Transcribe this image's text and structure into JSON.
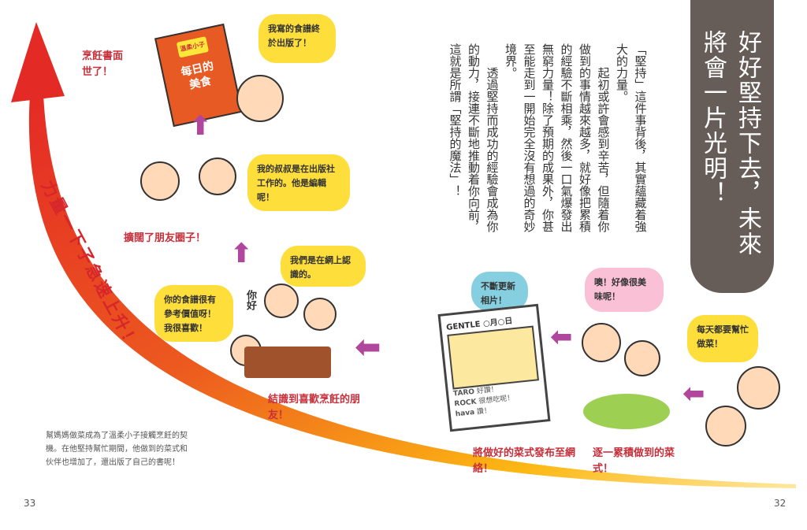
{
  "title": {
    "line1": "好好堅持下去，未來",
    "line2": "將會一片光明！"
  },
  "body": {
    "p1": "「堅持」這件事背後，其實蘊藏着強大的力量。",
    "p2": "起初或許會感到辛苦，但隨着你做到的事情越來越多，就好像把累積的經驗不斷相乘，然後一口氣爆發出無窮力量！除了預期的成果外，你甚至能走到一開始完全沒有想過的奇妙境界。",
    "p3": "透過堅持而成功的經驗會成為你的動力，接連不斷地推動着你向前，這就是所謂「堅持的魔法」！"
  },
  "arrow_label": "力量一下子急速上升！",
  "book": {
    "subtitle": "溫柔小子",
    "title": "每日的美食"
  },
  "bubbles": {
    "published": "我寫的食譜終於出版了！",
    "uncle": "我的叔叔是在出版社工作的。他是編輯呢！",
    "met_online": "我們是在網上認識的。",
    "useful": "你的食譜很有參考價值呀！我很喜歡！",
    "hello": "你好",
    "update_photos": "不斷更新相片！",
    "delicious": "噢！好像很美味呢！",
    "help_daily": "每天都要幫忙做菜！"
  },
  "labels": {
    "book_out": "烹飪書面世了！",
    "widen": "擴闊了朋友圈子！",
    "friends": "結識到喜歡烹飪的朋友！",
    "post": "將做好的菜式發布至網絡！",
    "accumulate": "逐一累積做到的菜式！"
  },
  "card": {
    "header": "GENTLE ○月○日",
    "comments": [
      {
        "user": "TARO",
        "text": "好讚！"
      },
      {
        "user": "ROCK",
        "text": "很想吃呢！"
      },
      {
        "user": "hava",
        "text": "讚！"
      }
    ]
  },
  "caption": "幫媽媽做菜成為了溫柔小子接觸烹飪的契機。在他堅持幫忙期間，他做到的菜式和伙伴也增加了，還出版了自己的書呢！",
  "pages": {
    "left": "33",
    "right": "32"
  },
  "colors": {
    "title_bg": "#675d58",
    "arrow_red": "#e42a25",
    "arrow_yellow": "#fdb813",
    "label_red": "#c7303b",
    "purple": "#b1479d"
  }
}
